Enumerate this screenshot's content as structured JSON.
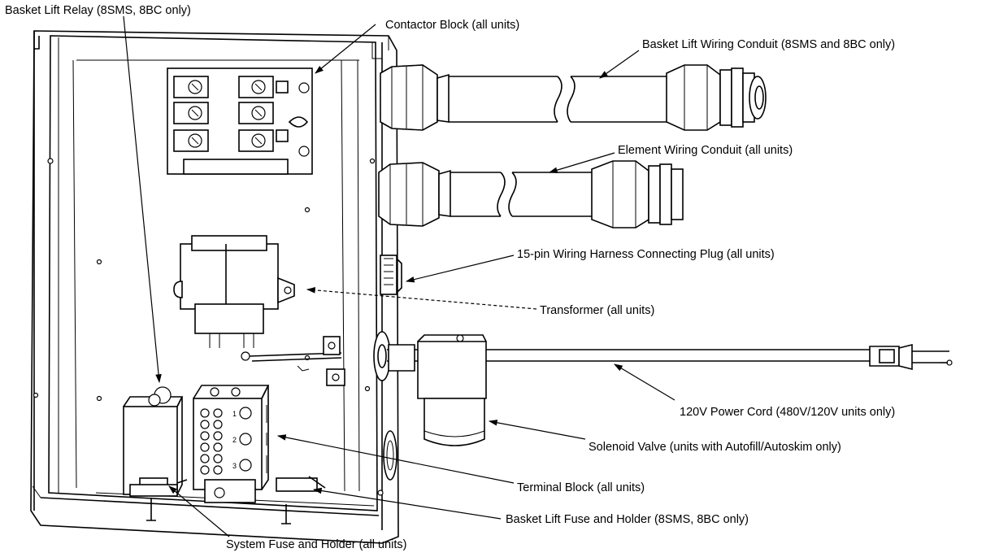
{
  "labels": {
    "basket_lift_relay": "Basket Lift Relay (8SMS, 8BC only)",
    "contactor_block": "Contactor Block (all units)",
    "basket_lift_conduit": "Basket Lift Wiring Conduit (8SMS and 8BC only)",
    "element_conduit": "Element Wiring Conduit (all units)",
    "harness_plug": "15-pin Wiring Harness Connecting Plug (all units)",
    "transformer": "Transformer (all units)",
    "power_cord": "120V Power Cord (480V/120V units only)",
    "solenoid_valve": "Solenoid Valve (units with Autofill/Autoskim only)",
    "terminal_block": "Terminal Block (all units)",
    "basket_lift_fuse": "Basket Lift Fuse and Holder (8SMS, 8BC only)",
    "system_fuse": "System Fuse and Holder (all units)"
  },
  "terminal_markings": [
    "1",
    "2",
    "3"
  ]
}
